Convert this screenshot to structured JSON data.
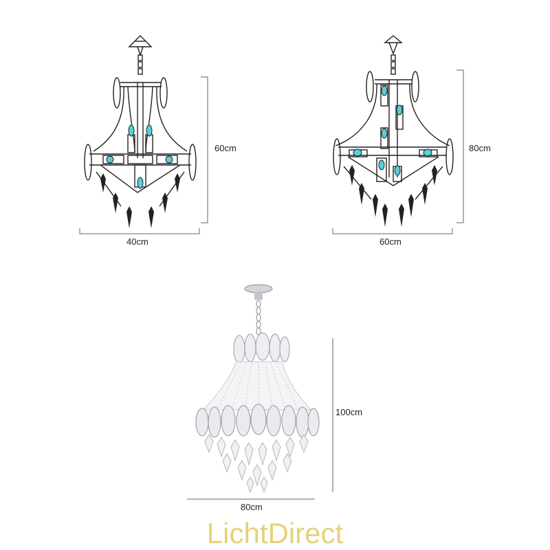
{
  "products": [
    {
      "name": "small-chandelier",
      "width_label": "40cm",
      "height_label": "60cm"
    },
    {
      "name": "medium-chandelier",
      "width_label": "60cm",
      "height_label": "80cm"
    },
    {
      "name": "large-chandelier",
      "width_label": "80cm",
      "height_label": "100cm"
    }
  ],
  "brand": {
    "logo_text": "LichtDirect",
    "color": "#e6d27a"
  },
  "colors": {
    "line": "#222222",
    "bulb": "#55cfd8",
    "dimension_line": "#666666",
    "crystal": "#b5b8be"
  }
}
